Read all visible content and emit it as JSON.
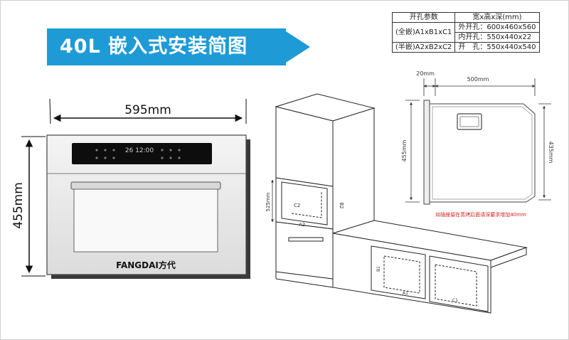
{
  "title": "40L 嵌入式安装简图",
  "spec_table": {
    "header_col1": "开孔参数",
    "header_col2": "宽x高x深(mm)",
    "full_label": "(全嵌)A1xB1xC1",
    "full_outer": "外开孔：600x460x560",
    "full_inner": "内开孔：550x440x22",
    "half_label": "(半嵌)A2xB2xC2",
    "half_value": "开　孔：550x440x540"
  },
  "oven": {
    "width_label": "595mm",
    "height_label": "455mm",
    "display_time": "26 12:00",
    "brand": "FANGDAI方代"
  },
  "side_view": {
    "gap_label": "20mm",
    "depth_label": "500mm",
    "height_left": "455mm",
    "height_right": "435mm",
    "note": "如插座留在蒸烤后面请深要求增加40mm"
  },
  "cabinet": {
    "label_525": "525mm",
    "label_b2": "B2",
    "label_c2": "C2",
    "label_a2": "A2",
    "label_b1": "B1",
    "label_a1": "A1",
    "label_c1": "C1"
  }
}
